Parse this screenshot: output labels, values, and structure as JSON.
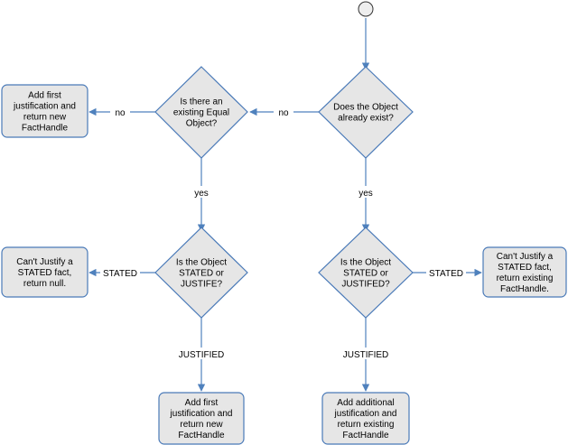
{
  "diagram": {
    "colors": {
      "node_fill": "#e6e6e6",
      "node_stroke": "#4a7ab8",
      "edge": "#4f81bd",
      "start_fill": "#eeeeee"
    },
    "nodes": {
      "start": {
        "lines": []
      },
      "d_exist": {
        "lines": [
          "Does the Object",
          "already exist?"
        ]
      },
      "d_equal": {
        "lines": [
          "Is there an",
          "existing Equal",
          "Object?"
        ]
      },
      "b_add_first_top": {
        "lines": [
          "Add first",
          "justification and",
          "return new",
          "FactHandle"
        ]
      },
      "d_stated_left": {
        "lines": [
          "Is the Object",
          "STATED or",
          "JUSTIFE?"
        ]
      },
      "d_stated_right": {
        "lines": [
          "Is the Object",
          "STATED or",
          "JUSTIFED?"
        ]
      },
      "b_cant_left": {
        "lines": [
          "Can't Justify a",
          "STATED fact,",
          "return null."
        ]
      },
      "b_cant_right": {
        "lines": [
          "Can't Justify a",
          "STATED fact,",
          "return existing",
          "FactHandle."
        ]
      },
      "b_add_first_bottom": {
        "lines": [
          "Add first",
          "justification and",
          "return new",
          "FactHandle"
        ]
      },
      "b_add_additional": {
        "lines": [
          "Add additional",
          "justification and",
          "return existing",
          "FactHandle"
        ]
      }
    },
    "edges": {
      "start_to_exist": "",
      "exist_to_equal": "no",
      "equal_to_add": "no",
      "exist_to_stated_right": "yes",
      "equal_to_stated_left": "yes",
      "stated_left_to_cant": "STATED",
      "stated_right_to_cant": "STATED",
      "stated_left_to_add": "JUSTIFIED",
      "stated_right_to_add": "JUSTIFIED"
    }
  }
}
